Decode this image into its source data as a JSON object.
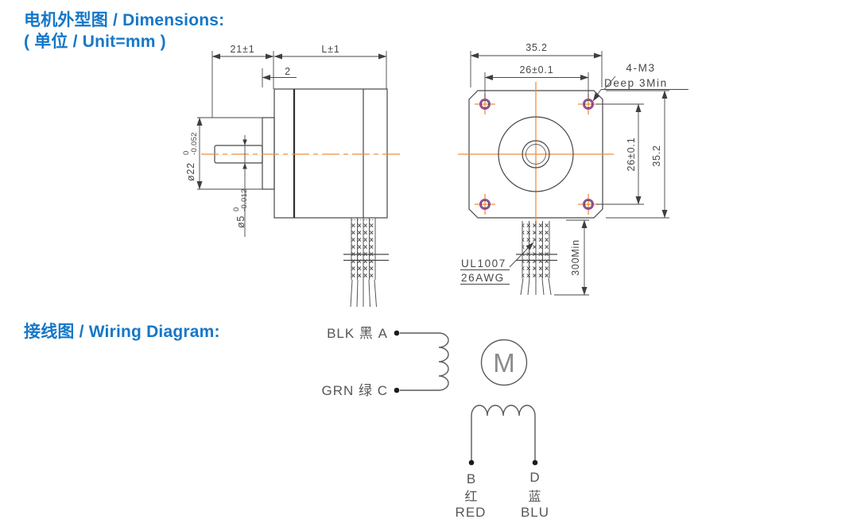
{
  "header": {
    "title": "电机外型图 / Dimensions:",
    "unit_line": "( 单位 / Unit=mm )"
  },
  "wiring_header": {
    "title": "接线图 / Wiring Diagram:"
  },
  "colors": {
    "heading_blue": "#1577c8",
    "drawing_line_gray": "#474747",
    "centerline_orange": "#ef8e3f",
    "hole_purple": "#9c3fa5"
  },
  "side_view": {
    "shaft_length": "21±1",
    "body_length": "L±1",
    "boss_depth": "2",
    "boss_diameter": "ø22",
    "boss_dia_tol_upper": "0",
    "boss_dia_tol_lower": "-0.052",
    "shaft_diameter": "ø5",
    "shaft_dia_tol_upper": "0",
    "shaft_dia_tol_lower": "-0.012"
  },
  "front_view": {
    "overall_width": "35.2",
    "hole_spacing_horizontal": "26±0.1",
    "hole_spacing_vertical": "26±0.1",
    "overall_height": "35.2",
    "mounting_holes_note_line1": "4-M3",
    "mounting_holes_note_line2": "Deep 3Min",
    "leadwire_spec_line1": "UL1007",
    "leadwire_spec_line2": "26AWG",
    "leadwire_length": "300Min"
  },
  "wiring_diagram": {
    "lead_a": "BLK 黑 A",
    "lead_c": "GRN 绿 C",
    "motor_symbol": "M",
    "lead_b": "B",
    "lead_b_cn": "红",
    "lead_b_en": "RED",
    "lead_d": "D",
    "lead_d_cn": "蓝",
    "lead_d_en": "BLU"
  }
}
